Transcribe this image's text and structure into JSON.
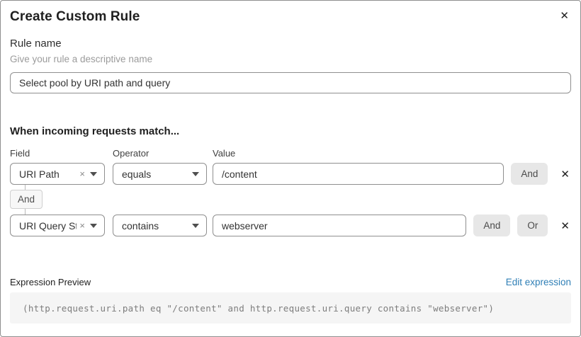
{
  "dialog": {
    "title": "Create Custom Rule"
  },
  "icons": {
    "close": "✕",
    "delete_row": "✕",
    "clear_selection": "×",
    "chevron_down": "chevron-down"
  },
  "rule_name": {
    "label": "Rule name",
    "hint": "Give your rule a descriptive name",
    "value": "Select pool by URI path and query"
  },
  "matcher": {
    "heading": "When incoming requests match...",
    "columns": {
      "field": "Field",
      "operator": "Operator",
      "value": "Value"
    },
    "connector_label": "And",
    "rows": [
      {
        "field": "URI Path",
        "operator": "equals",
        "value": "/content",
        "buttons": {
          "and": "And"
        }
      },
      {
        "field": "URI Query St...",
        "operator": "contains",
        "value": "webserver",
        "buttons": {
          "and": "And",
          "or": "Or"
        }
      }
    ]
  },
  "expression": {
    "label": "Expression Preview",
    "edit_link": "Edit expression",
    "code": "(http.request.uri.path eq \"/content\" and http.request.uri.query contains \"webserver\")"
  },
  "colors": {
    "link_blue": "#2f7fb6",
    "border_gray": "#8f8f8f",
    "button_gray": "#e7e7e7",
    "code_bg": "#f5f5f5"
  }
}
